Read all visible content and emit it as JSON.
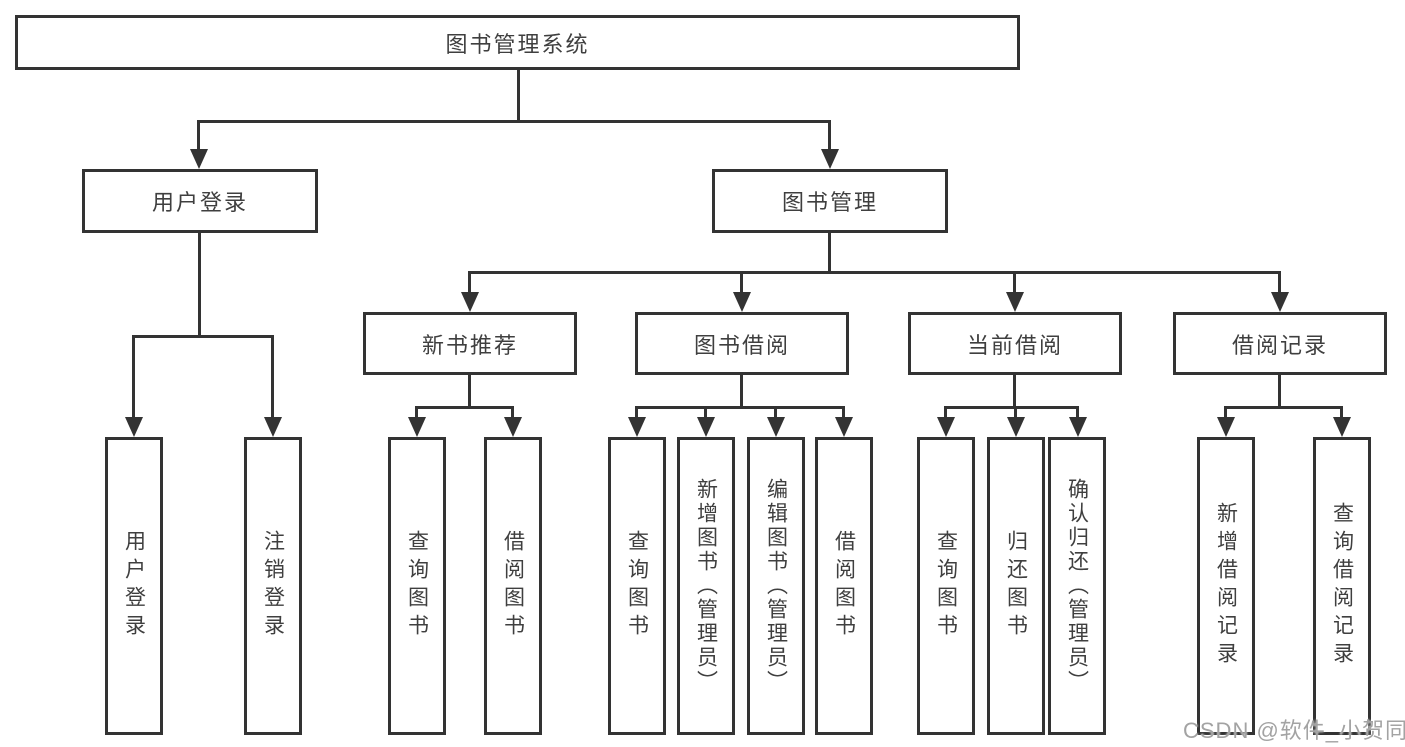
{
  "diagram_title": "图书管理系统",
  "nodes": {
    "root": "图书管理系统",
    "user_login": {
      "label": "用户登录",
      "children": {
        "login": "用户登录",
        "logout": "注销登录"
      }
    },
    "book_management": {
      "label": "图书管理",
      "children": {
        "new_book_recommend": {
          "label": "新书推荐",
          "children": {
            "query_books": "查询图书",
            "borrow_books": "借阅图书"
          }
        },
        "book_borrow": {
          "label": "图书借阅",
          "children": {
            "query_books": "查询图书",
            "add_books_admin": "新增图书（管理员）",
            "edit_books_admin": "编辑图书（管理员）",
            "borrow_books": "借阅图书"
          }
        },
        "current_borrow": {
          "label": "当前借阅",
          "children": {
            "query_books": "查询图书",
            "return_books": "归还图书",
            "confirm_return_admin": "确认归还（管理员）"
          }
        },
        "borrow_records": {
          "label": "借阅记录",
          "children": {
            "add_record": "新增借阅记录",
            "query_record": "查询借阅记录"
          }
        }
      }
    }
  },
  "watermark": {
    "text": "CSDN @软件_小贺同学"
  },
  "colors": {
    "line": "#333333",
    "text": "#3f3f3f",
    "watermark": "#a3a3a3",
    "bg": "#ffffff"
  }
}
